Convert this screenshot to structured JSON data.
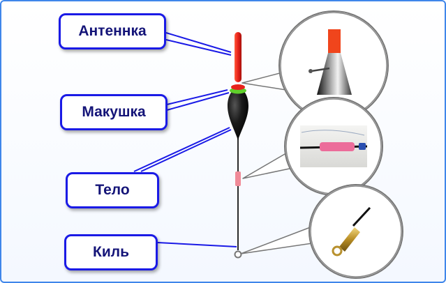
{
  "labels": {
    "antenna": "Антеннка",
    "tip": "Макушка",
    "body": "Тело",
    "keel": "Киль"
  },
  "colors": {
    "frame_border": "#3f86ea",
    "label_border": "#1a1ae6",
    "label_text": "#141478",
    "leader_line": "#1a1ae6",
    "antenna": "#e8221b",
    "tip_ring": "#5fcf2a",
    "float_body": "#151515",
    "stop_bead": "#f08a98"
  }
}
